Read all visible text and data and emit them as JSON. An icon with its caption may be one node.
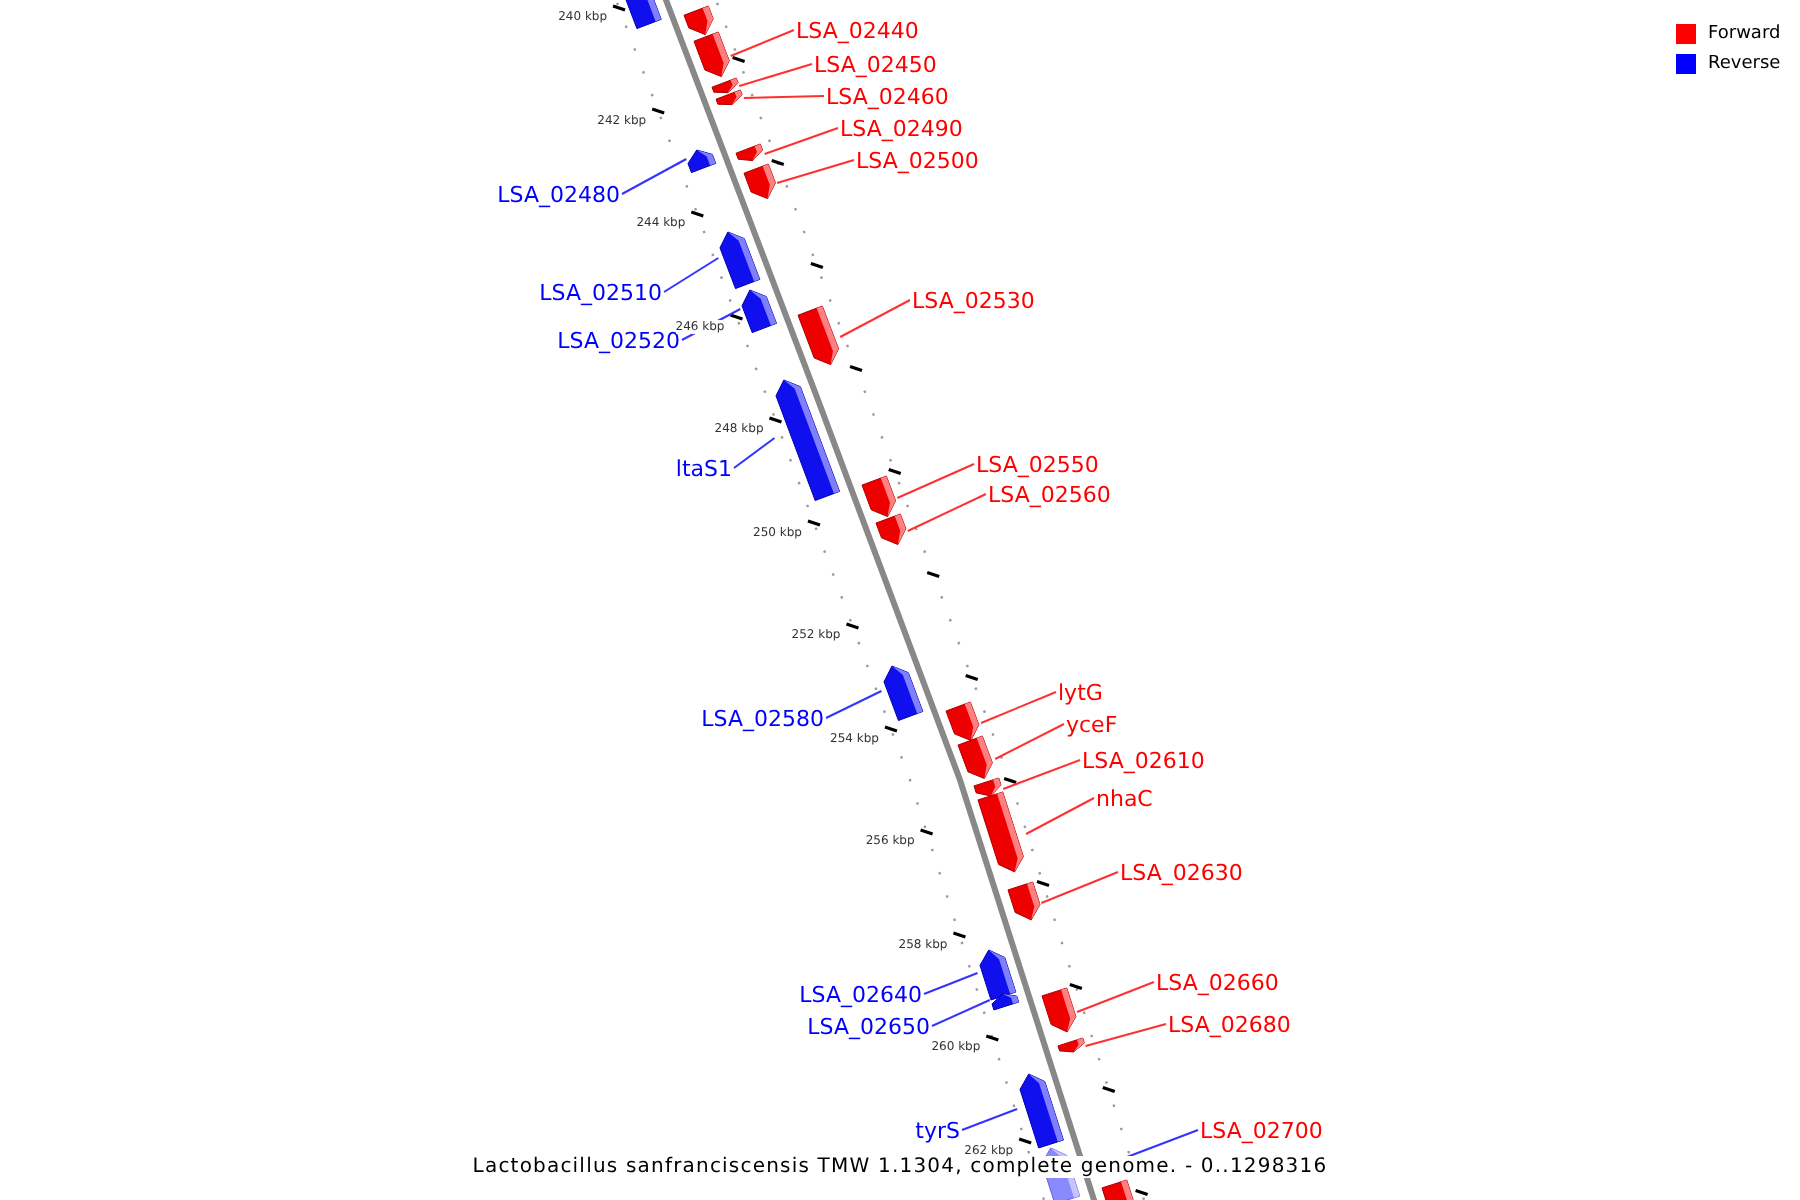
{
  "diagram": {
    "caption": "Lactobacillus sanfranciscensis TMW 1.1304, complete genome. - 0..1298316",
    "nodes": [
      {
        "text": [],
        "shape": "bar"
      },
      {
        "text": [],
        "shape": "bar"
      },
      {
        "text": [],
        "shape": "bar"
      },
      {
        "text": [
          "LSA_02440"
        ]
      },
      {
        "text": [],
        "shape": "bar"
      },
      {
        "text": [
          "LSA_02450"
        ]
      },
      {
        "text": [],
        "shape": "bar"
      },
      {
        "text": [
          "LSA_02460"
        ]
      },
      {
        "text": [],
        "shape": "bar"
      },
      {
        "text": [
          "LSA_02490"
        ]
      },
      {
        "text": [],
        "shape": "bar"
      },
      {
        "text": [
          "LSA_02480"
        ]
      },
      {
        "text": [],
        "shape": "bar"
      },
      {
        "text": [
          "LSA_02500"
        ]
      },
      {
        "text": [],
        "shape": "bar"
      },
      {
        "text": [
          "LSA_02510"
        ]
      },
      {
        "text": [],
        "shape": "bar"
      },
      {
        "text": [
          "LSA_02520"
        ]
      },
      {
        "text": [],
        "shape": "bar"
      },
      {
        "text": [
          "LSA_02530"
        ]
      },
      {
        "text": [],
        "shape": "bar"
      },
      {
        "text": [
          "ltaS1"
        ]
      },
      {
        "text": [],
        "shape": "bar"
      },
      {
        "text": [
          "LSA_02550"
        ]
      },
      {
        "text": [],
        "shape": "bar"
      },
      {
        "text": [
          "LSA_02560"
        ]
      },
      {
        "text": [],
        "shape": "bar"
      },
      {
        "text": [
          "LSA_02580"
        ]
      },
      {
        "text": [],
        "shape": "bar"
      },
      {
        "text": [
          "lytG"
        ]
      },
      {
        "text": [],
        "shape": "bar"
      },
      {
        "text": [
          "yceF"
        ]
      },
      {
        "text": [],
        "shape": "bar"
      },
      {
        "text": [
          "LSA_02610"
        ]
      },
      {
        "text": [],
        "shape": "bar"
      },
      {
        "text": [
          "nhaC"
        ]
      },
      {
        "text": [],
        "shape": "bar"
      },
      {
        "text": [
          "LSA_02630"
        ]
      },
      {
        "text": [],
        "shape": "bar"
      },
      {
        "text": [
          "LSA_02640"
        ]
      },
      {
        "text": [],
        "shape": "bar"
      },
      {
        "text": [
          "LSA_02650"
        ]
      },
      {
        "text": [],
        "shape": "bar"
      },
      {
        "text": [
          "LSA_02660"
        ]
      },
      {
        "text": [],
        "shape": "bar"
      },
      {
        "text": [
          "LSA_02680"
        ]
      },
      {
        "text": [],
        "shape": "bar"
      },
      {
        "text": [
          "tyrS"
        ]
      },
      {
        "text": [],
        "shape": "bar"
      },
      {
        "text": [
          "LSA_02700"
        ]
      },
      {
        "text": [],
        "shape": "bar"
      }
    ],
    "edges": [
      {
        "from": 3,
        "to": 2,
        "arrow": "none"
      },
      {
        "from": 5,
        "to": 4,
        "arrow": "none"
      },
      {
        "from": 7,
        "to": 6,
        "arrow": "none"
      },
      {
        "from": 9,
        "to": 8,
        "arrow": "none"
      },
      {
        "from": 11,
        "to": 10,
        "arrow": "none",
        "color": "#3333ff"
      },
      {
        "from": 13,
        "to": 12,
        "arrow": "none"
      },
      {
        "from": 15,
        "to": 14,
        "arrow": "none",
        "color": "#3333ff"
      },
      {
        "from": 17,
        "to": 16,
        "arrow": "none",
        "color": "#3333ff"
      },
      {
        "from": 19,
        "to": 18,
        "arrow": "none"
      },
      {
        "from": 21,
        "to": 20,
        "arrow": "none",
        "color": "#3333ff"
      },
      {
        "from": 23,
        "to": 22,
        "arrow": "none"
      },
      {
        "from": 25,
        "to": 24,
        "arrow": "none"
      },
      {
        "from": 27,
        "to": 26,
        "arrow": "none",
        "color": "#3333ff"
      },
      {
        "from": 29,
        "to": 28,
        "arrow": "none"
      },
      {
        "from": 31,
        "to": 30,
        "arrow": "none"
      },
      {
        "from": 33,
        "to": 32,
        "arrow": "none"
      },
      {
        "from": 35,
        "to": 34,
        "arrow": "none"
      },
      {
        "from": 37,
        "to": 36,
        "arrow": "none"
      },
      {
        "from": 39,
        "to": 38,
        "arrow": "none",
        "color": "#3333ff"
      },
      {
        "from": 41,
        "to": 40,
        "arrow": "none",
        "color": "#3333ff"
      },
      {
        "from": 43,
        "to": 42,
        "arrow": "none"
      },
      {
        "from": 45,
        "to": 44,
        "arrow": "none"
      },
      {
        "from": 47,
        "to": 46,
        "arrow": "none",
        "color": "#3333ff"
      },
      {
        "from": 49,
        "to": 48,
        "arrow": "none",
        "color": "#3333ff"
      }
    ],
    "labels": [
      "240 kbp",
      "242 kbp",
      "244 kbp",
      "246 kbp",
      "248 kbp",
      "250 kbp",
      "252 kbp",
      "254 kbp",
      "256 kbp",
      "258 kbp",
      "260 kbp",
      "262 kbp"
    ],
    "legend": [
      {
        "text": "Forward",
        "color": "#ff0000"
      },
      {
        "text": "Reverse",
        "color": "#0000ff"
      }
    ]
  }
}
